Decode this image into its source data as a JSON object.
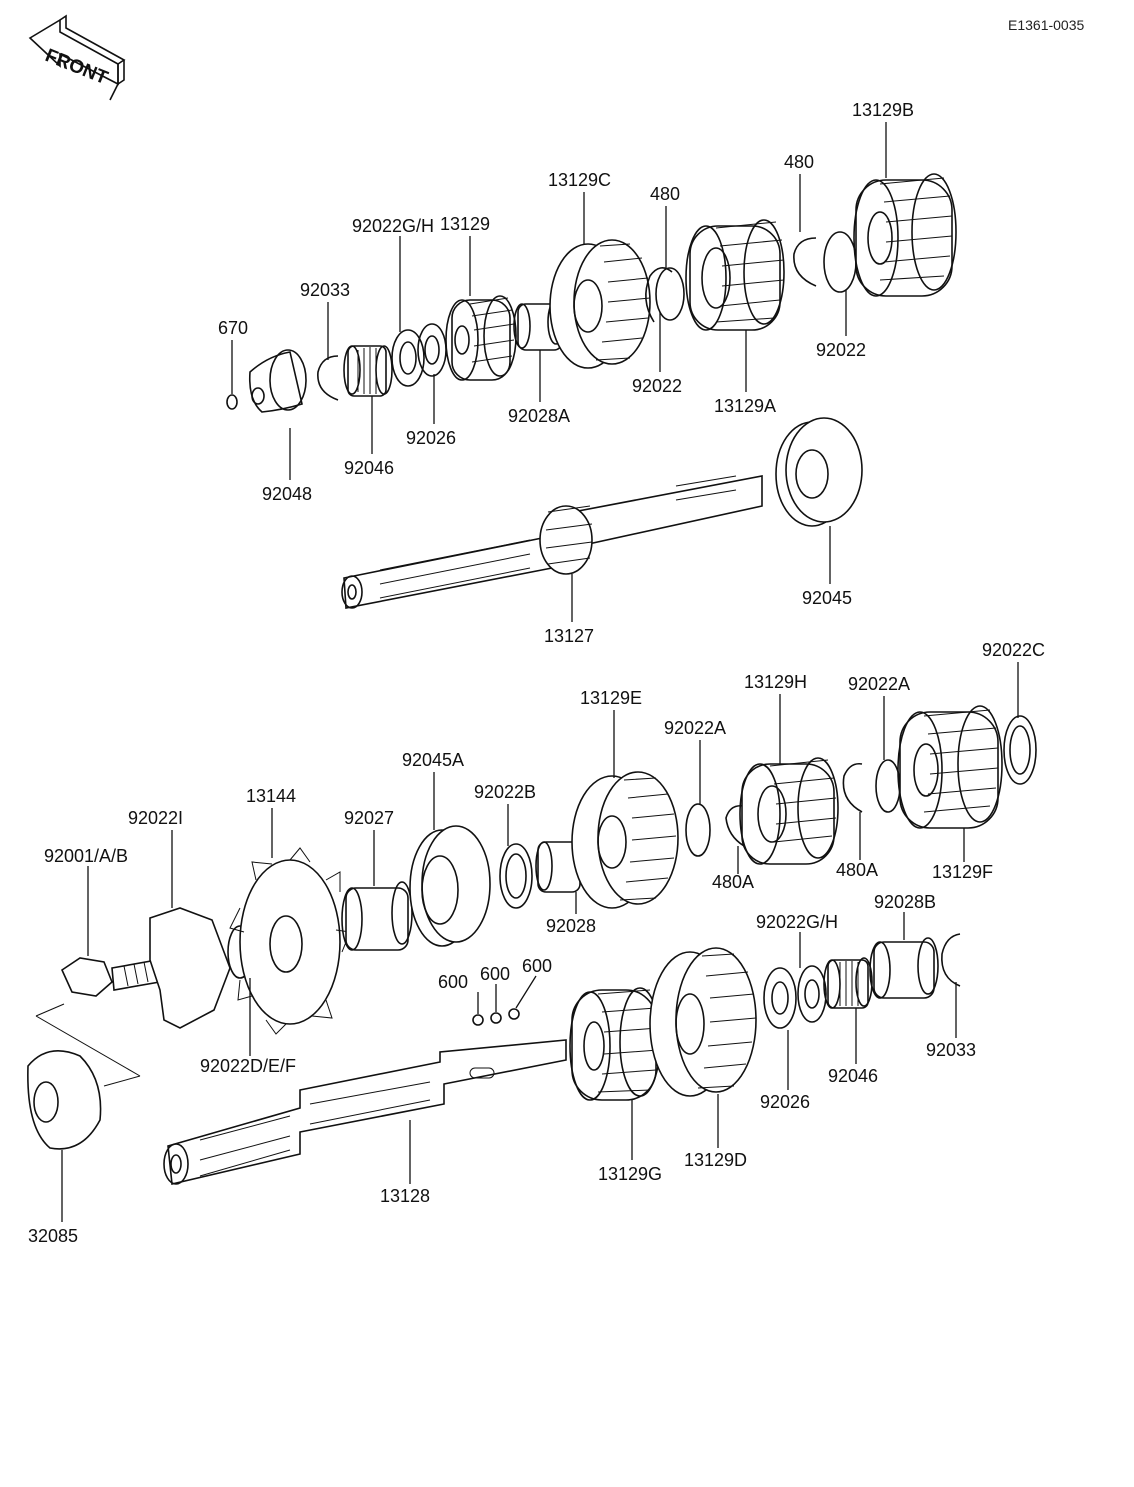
{
  "document_code": "E1361-0035",
  "front_label": "FRONT",
  "labels": {
    "p670": "670",
    "p92033_top": "92033",
    "p92022gh_top": "92022G/H",
    "p13129": "13129",
    "p13129c": "13129C",
    "p480_a": "480",
    "p480_b": "480",
    "p13129b": "13129B",
    "p92022_mid": "92022",
    "p92022_right": "92022",
    "p13129a": "13129A",
    "p92028a": "92028A",
    "p92026_top": "92026",
    "p92046_top": "92046",
    "p92048": "92048",
    "p92045": "92045",
    "p13127": "13127",
    "p92022c": "92022C",
    "p13129h": "13129H",
    "p92022a_r": "92022A",
    "p13129e": "13129E",
    "p92022a_l": "92022A",
    "p92045a": "92045A",
    "p92022b": "92022B",
    "p13144": "13144",
    "p92027": "92027",
    "p92022i": "92022I",
    "p92001ab": "92001/A/B",
    "p480a_l": "480A",
    "p480a_r": "480A",
    "p13129f": "13129F",
    "p92028": "92028",
    "p92022gh_bot": "92022G/H",
    "p92028b": "92028B",
    "p600_a": "600",
    "p600_b": "600",
    "p600_c": "600",
    "p92022def": "92022D/E/F",
    "p92026_bot": "92026",
    "p92046_bot": "92046",
    "p92033_bot": "92033",
    "p13129g": "13129G",
    "p13129d": "13129D",
    "p13128": "13128",
    "p32085": "32085"
  }
}
